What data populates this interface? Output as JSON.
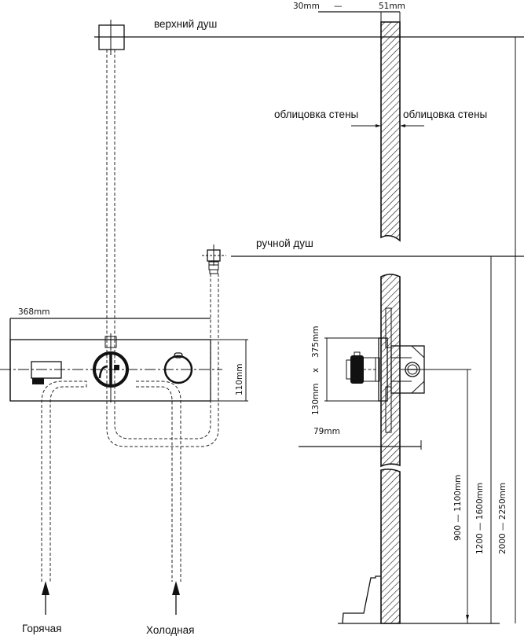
{
  "diagram": {
    "type": "installation-drawing",
    "labels": {
      "top_shower": "верхний душ",
      "hand_shower": "ручной душ",
      "wall_finish_left": "облицовка стены",
      "wall_finish_right": "облицовка стены",
      "hot_water": "Горячая",
      "cold_water": "Холодная"
    },
    "dimensions": {
      "wall_thickness_min": "30mm",
      "wall_thickness_sep": "—",
      "wall_thickness_max": "51mm",
      "panel_width": "368mm",
      "panel_height": "110mm",
      "box_width": "375mm",
      "box_x": "x",
      "box_height": "130mm",
      "box_depth": "79mm",
      "mixer_height": "900 — 1100mm",
      "hand_shower_height": "1200 — 1600mm",
      "top_shower_height": "2000 — 2250mm"
    },
    "icons": {
      "top_outlet": "pipe-outlet-square-icon",
      "hand_outlet": "hose-connector-icon",
      "diverter": "diverter-knob-icon",
      "thermostat": "thermostat-knob-icon",
      "spout": "spout-icon",
      "inflow_arrow": "arrow-up-icon"
    },
    "colors": {
      "line": "#111111",
      "background": "#ffffff"
    }
  }
}
